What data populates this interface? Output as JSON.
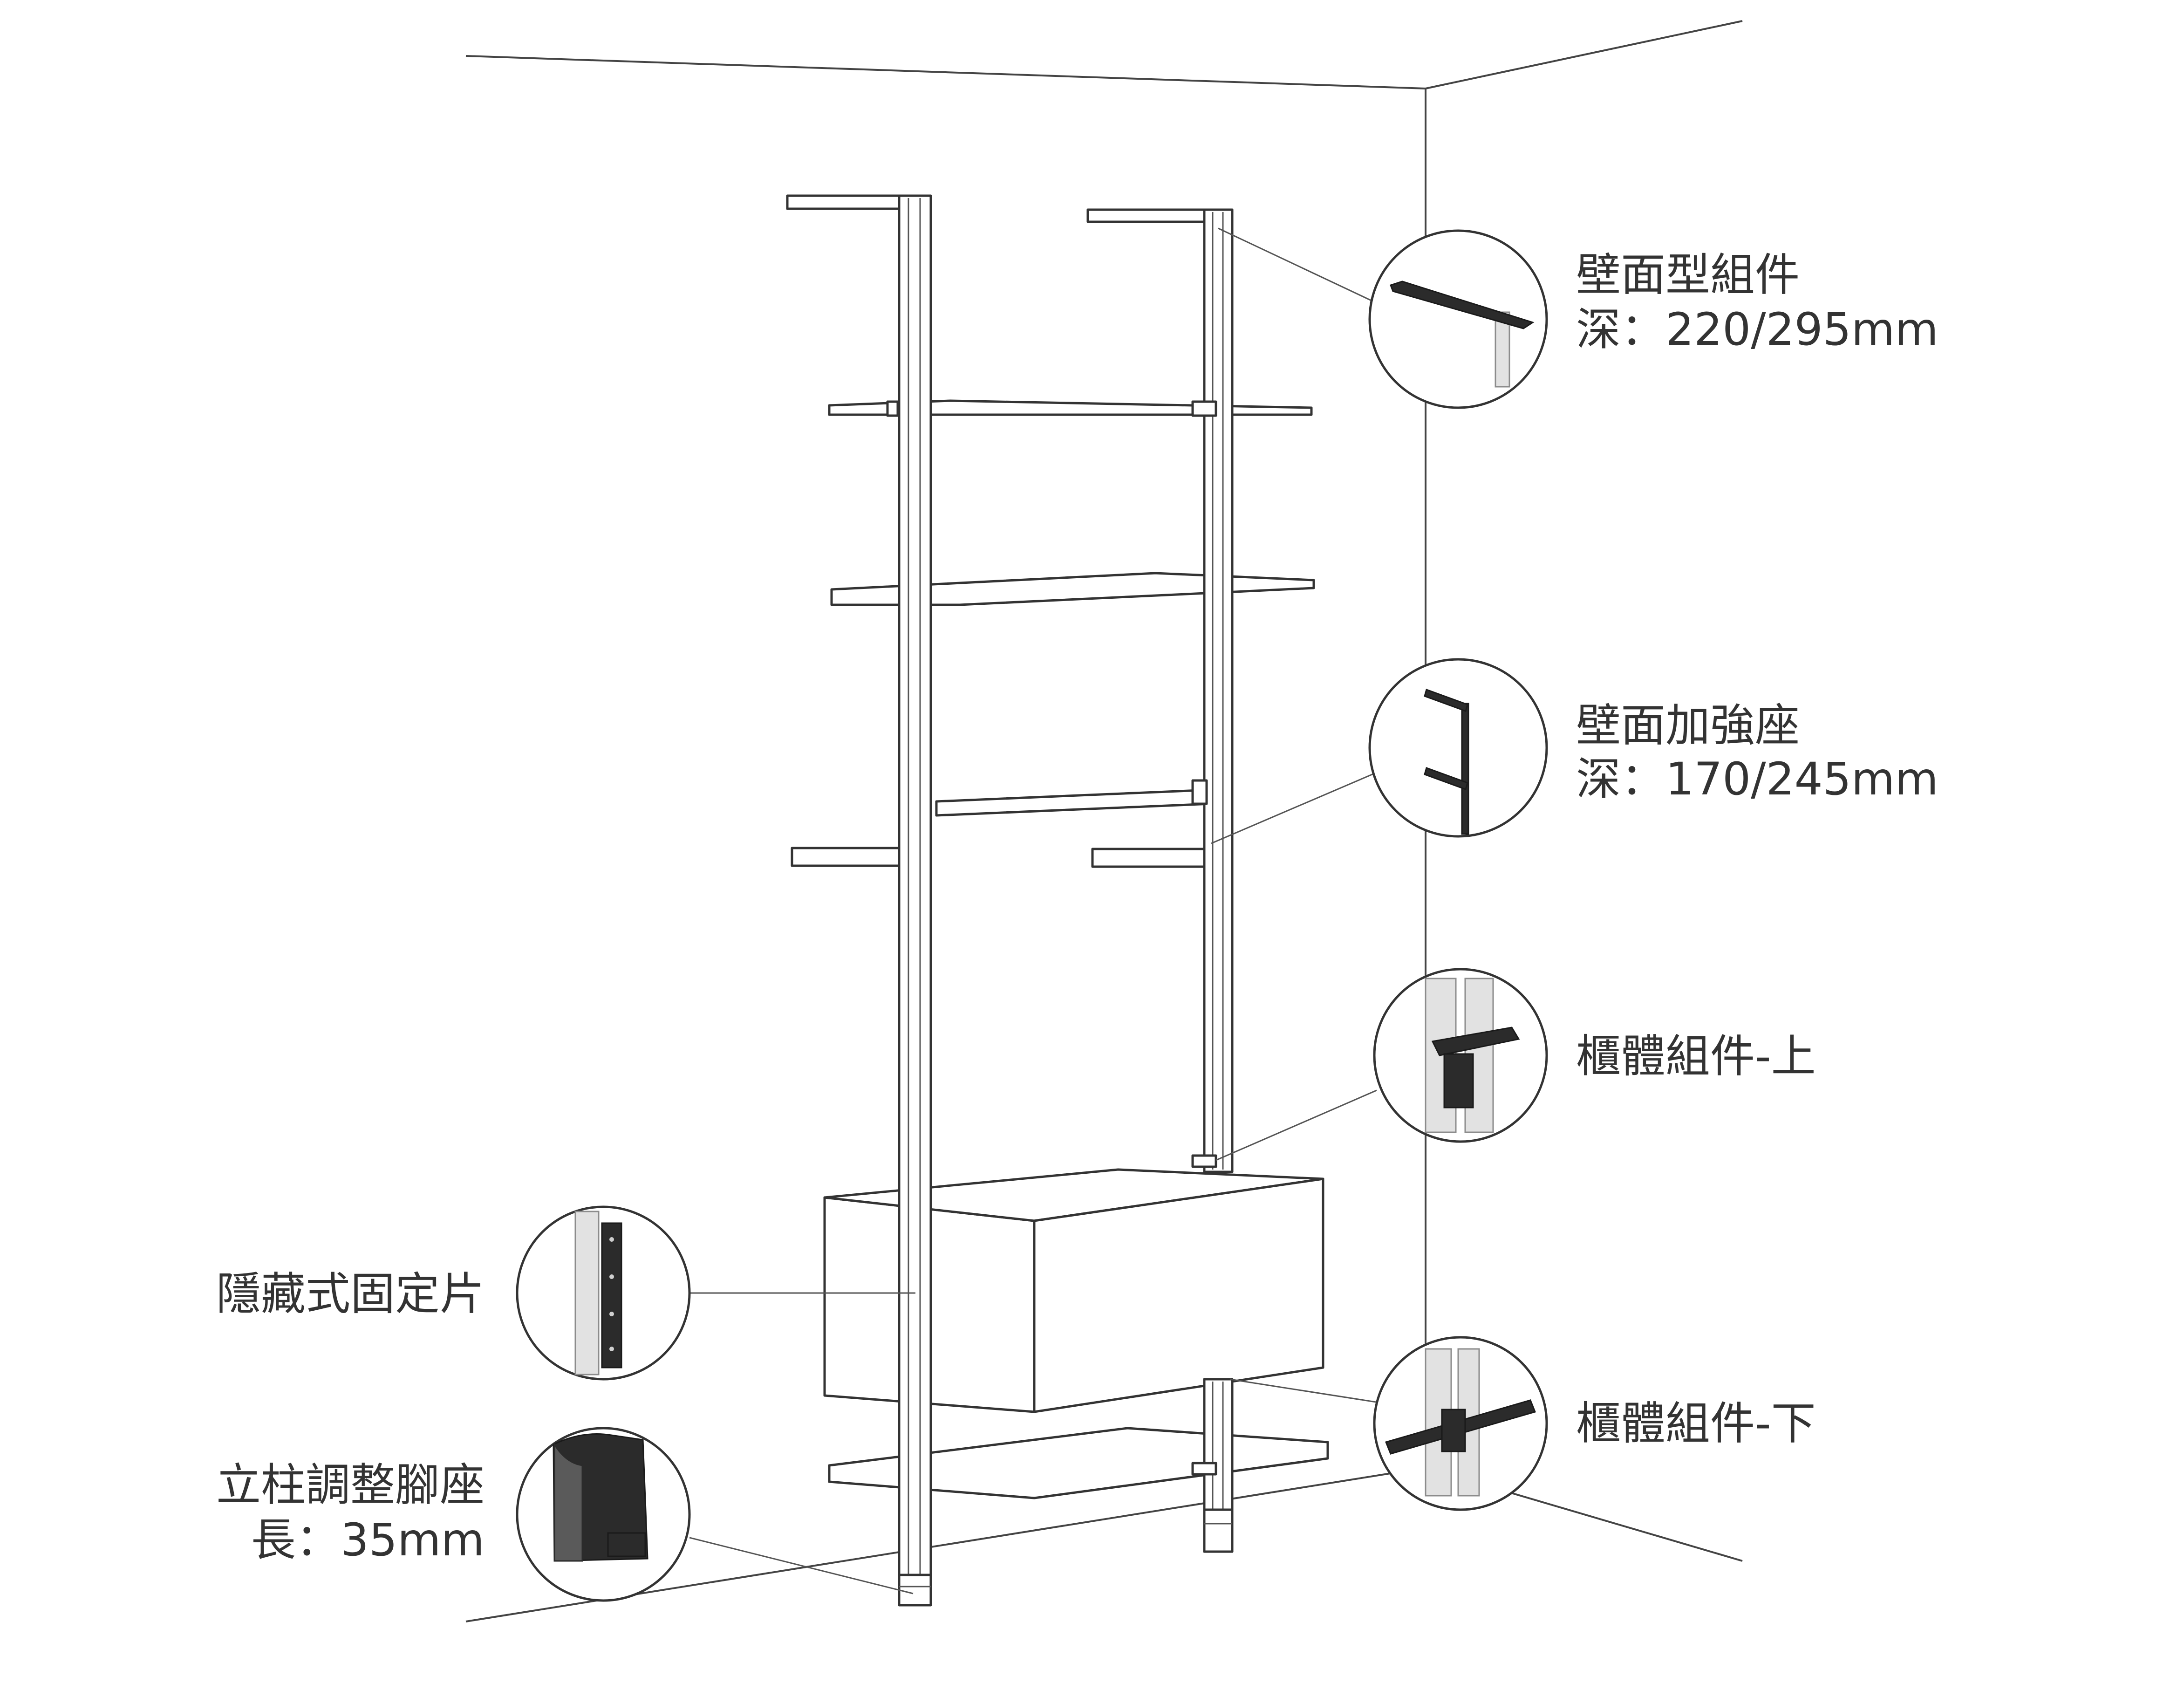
{
  "callouts": [
    {
      "line1": "壁面型組件",
      "line2": "深：220/295mm",
      "icon": "wall-bracket-icon"
    },
    {
      "line1": "壁面加強座",
      "line2": "深：170/245mm",
      "icon": "wall-reinforcement-icon"
    },
    {
      "line1": "櫃體組件-上",
      "icon": "cabinet-upper-bracket-icon"
    },
    {
      "line1": "櫃體組件-下",
      "icon": "cabinet-lower-bracket-icon"
    },
    {
      "line1": "隱藏式固定片",
      "icon": "hidden-fixing-plate-icon"
    },
    {
      "line1": "立柱調整腳座",
      "line2": "長：35mm",
      "icon": "leveling-foot-icon"
    }
  ],
  "colors": {
    "line": "#333333",
    "part_dark": "#2b2b2b",
    "silver": "#e2e2e2"
  }
}
